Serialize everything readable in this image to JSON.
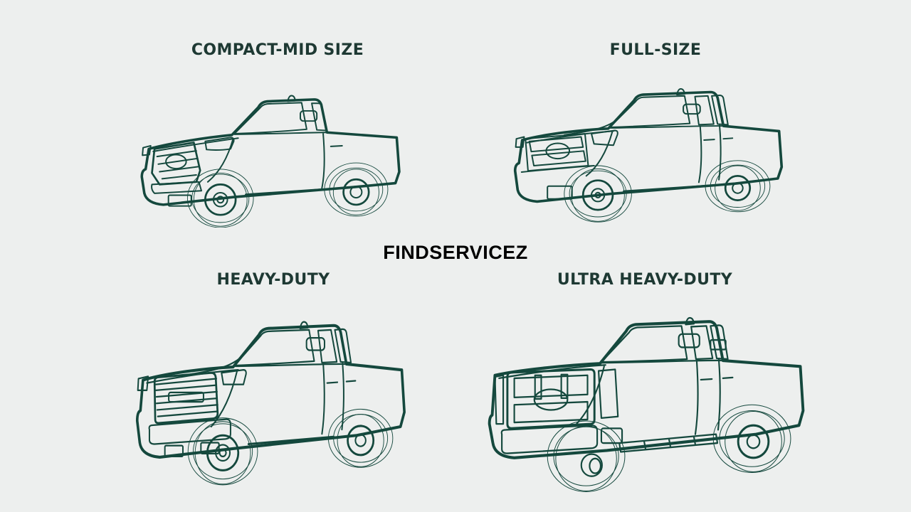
{
  "page": {
    "background": "#edefee"
  },
  "brand": {
    "text": "FINDSERVICEZ"
  },
  "palette": {
    "body": "#dbe24c",
    "outline": "#14483d",
    "glass": "#0e4a3c",
    "light_gray": "#c9cccb",
    "mid_gray": "#9ca2a2",
    "white": "#ffffff",
    "label": "#1e3933",
    "brand_text": "#000000",
    "bg": "#edefee"
  },
  "categories": [
    {
      "id": "compact-mid-size",
      "label": "COMPACT-MID SIZE"
    },
    {
      "id": "full-size",
      "label": "FULL-SIZE"
    },
    {
      "id": "heavy-duty",
      "label": "HEAVY-DUTY"
    },
    {
      "id": "ultra-heavy-duty",
      "label": "ULTRA HEAVY-DUTY"
    }
  ]
}
